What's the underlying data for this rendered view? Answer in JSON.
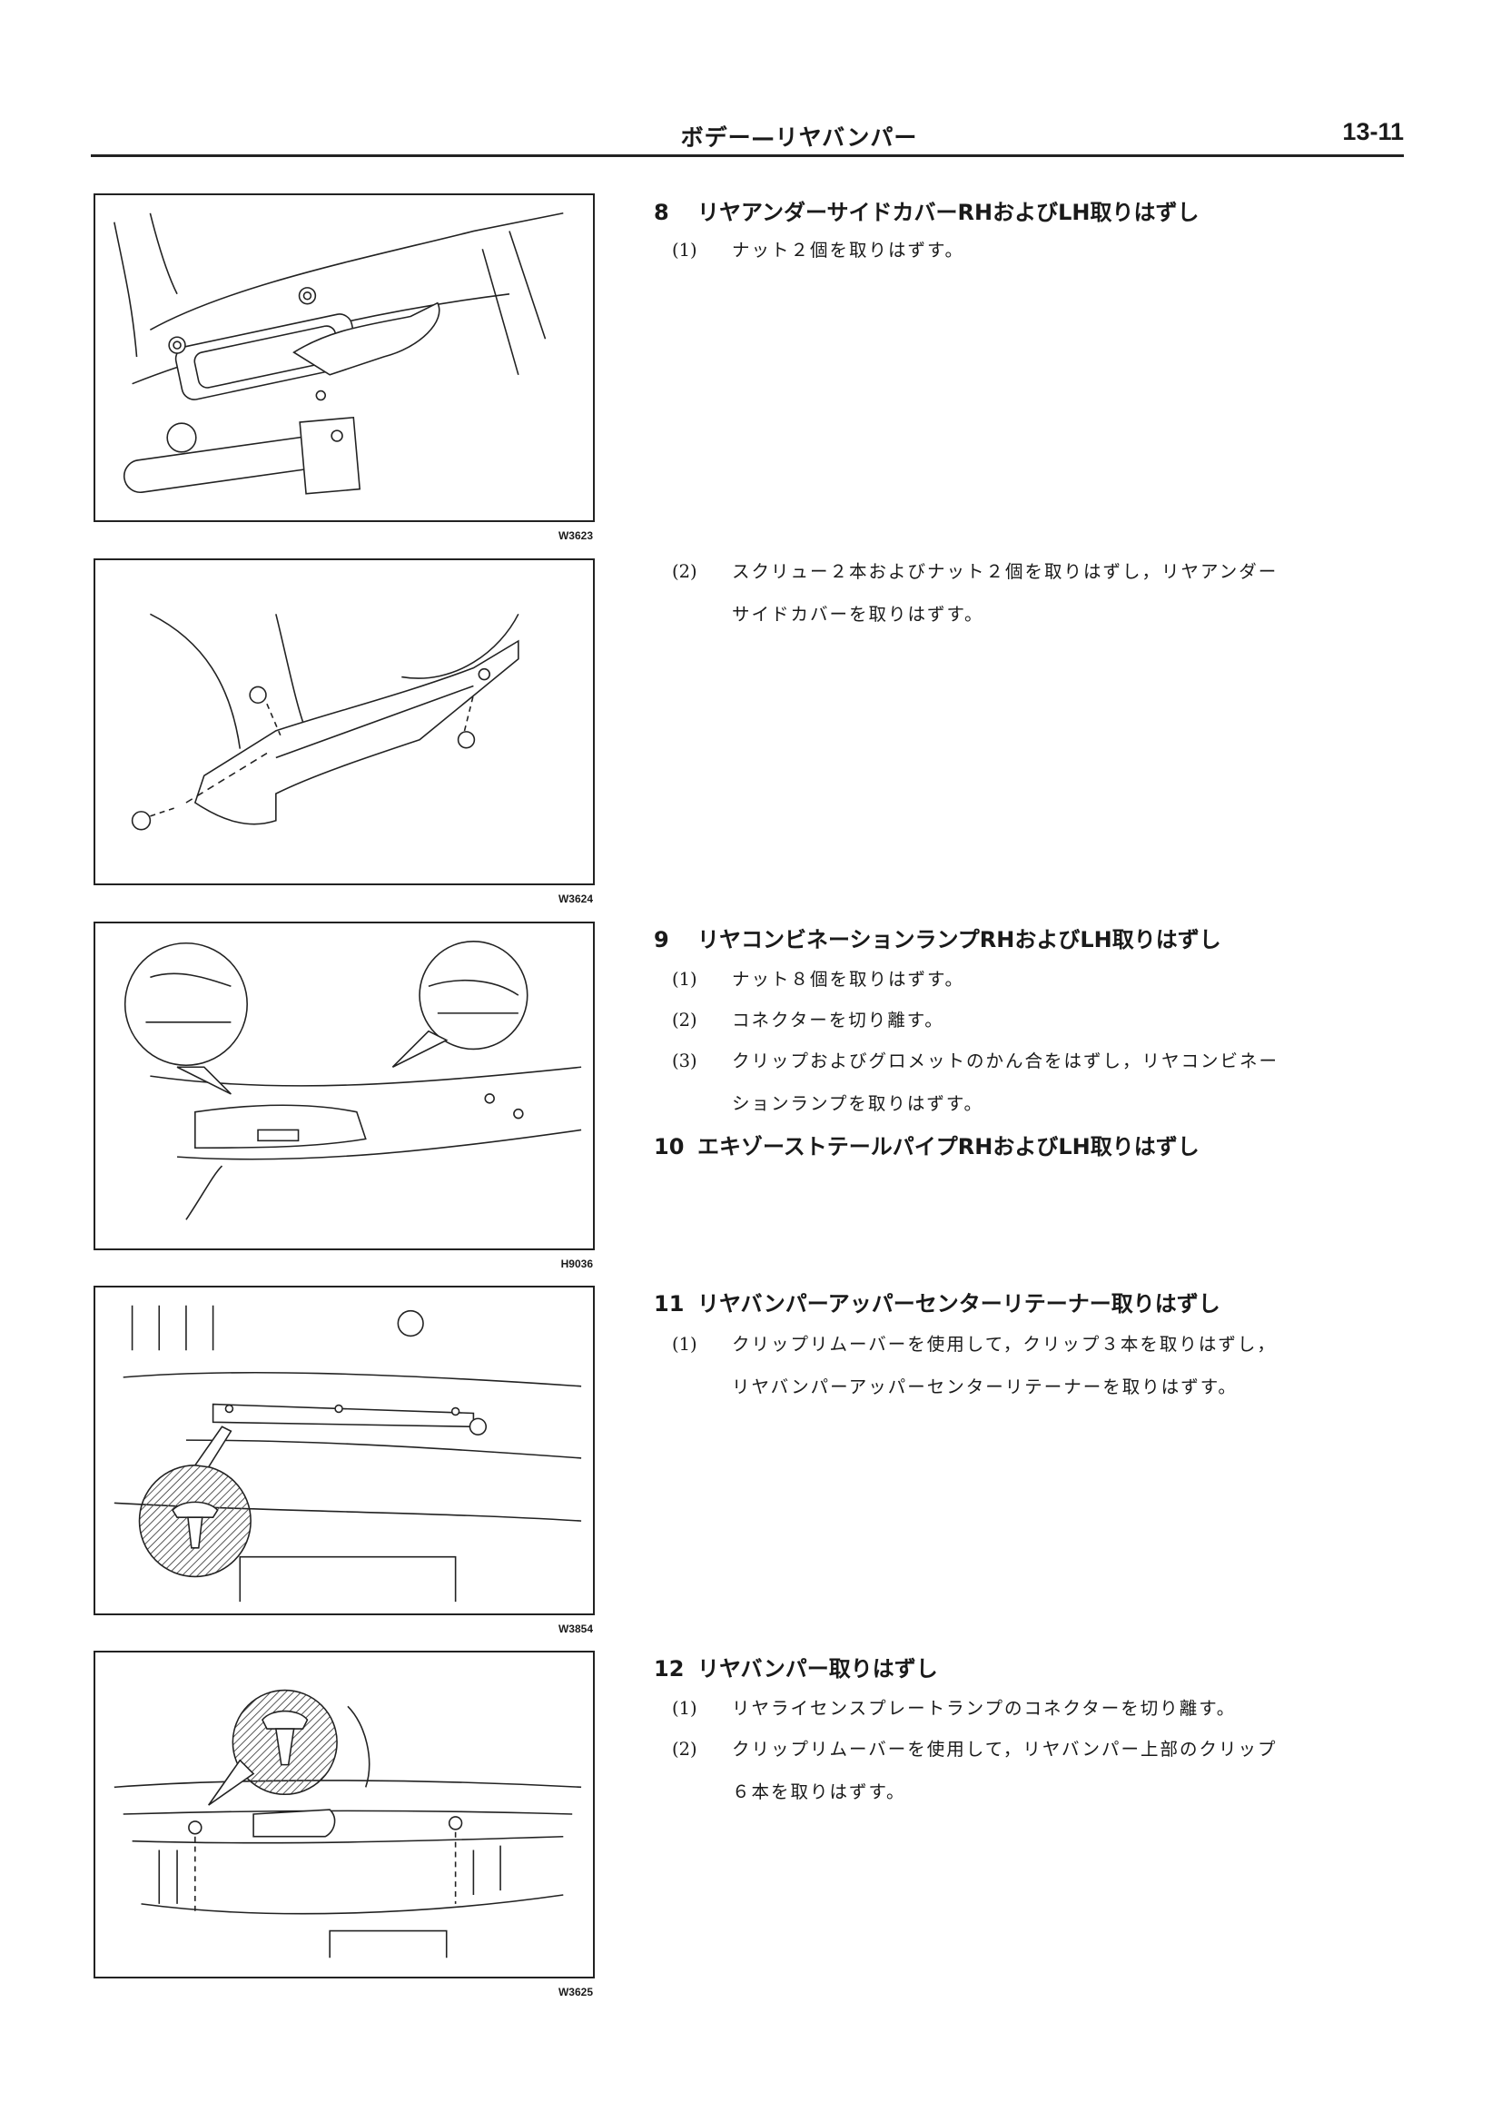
{
  "header": {
    "title": "ボデー—リヤバンパー",
    "page_number": "13-11"
  },
  "figures": [
    {
      "code": "W3623"
    },
    {
      "code": "W3624"
    },
    {
      "code": "H9036"
    },
    {
      "code": "W3854"
    },
    {
      "code": "W3625"
    }
  ],
  "steps": [
    {
      "number": "8",
      "title": "リヤアンダーサイドカバーRHおよびLH取りはずし",
      "items": [
        {
          "idx": "(1)",
          "text": "ナット２個を取りはずす。",
          "cont": ""
        },
        {
          "idx": "(2)",
          "text": "スクリュー２本およびナット２個を取りはずし，リヤアンダー",
          "cont": "サイドカバーを取りはずす。"
        }
      ]
    },
    {
      "number": "9",
      "title": "リヤコンビネーションランプRHおよびLH取りはずし",
      "items": [
        {
          "idx": "(1)",
          "text": "ナット８個を取りはずす。",
          "cont": ""
        },
        {
          "idx": "(2)",
          "text": "コネクターを切り離す。",
          "cont": ""
        },
        {
          "idx": "(3)",
          "text": "クリップおよびグロメットのかん合をはずし，リヤコンビネー",
          "cont": "ションランプを取りはずす。"
        }
      ]
    },
    {
      "number": "10",
      "title": "エキゾーストテールパイプRHおよびLH取りはずし",
      "items": []
    },
    {
      "number": "11",
      "title": "リヤバンパーアッパーセンターリテーナー取りはずし",
      "items": [
        {
          "idx": "(1)",
          "text": "クリップリムーバーを使用して，クリップ３本を取りはずし，",
          "cont": "リヤバンパーアッパーセンターリテーナーを取りはずす。"
        }
      ]
    },
    {
      "number": "12",
      "title": "リヤバンパー取りはずし",
      "items": [
        {
          "idx": "(1)",
          "text": "リヤライセンスプレートランプのコネクターを切り離す。",
          "cont": ""
        },
        {
          "idx": "(2)",
          "text": "クリップリムーバーを使用して，リヤバンパー上部のクリップ",
          "cont": "６本を取りはずす。"
        }
      ]
    }
  ]
}
